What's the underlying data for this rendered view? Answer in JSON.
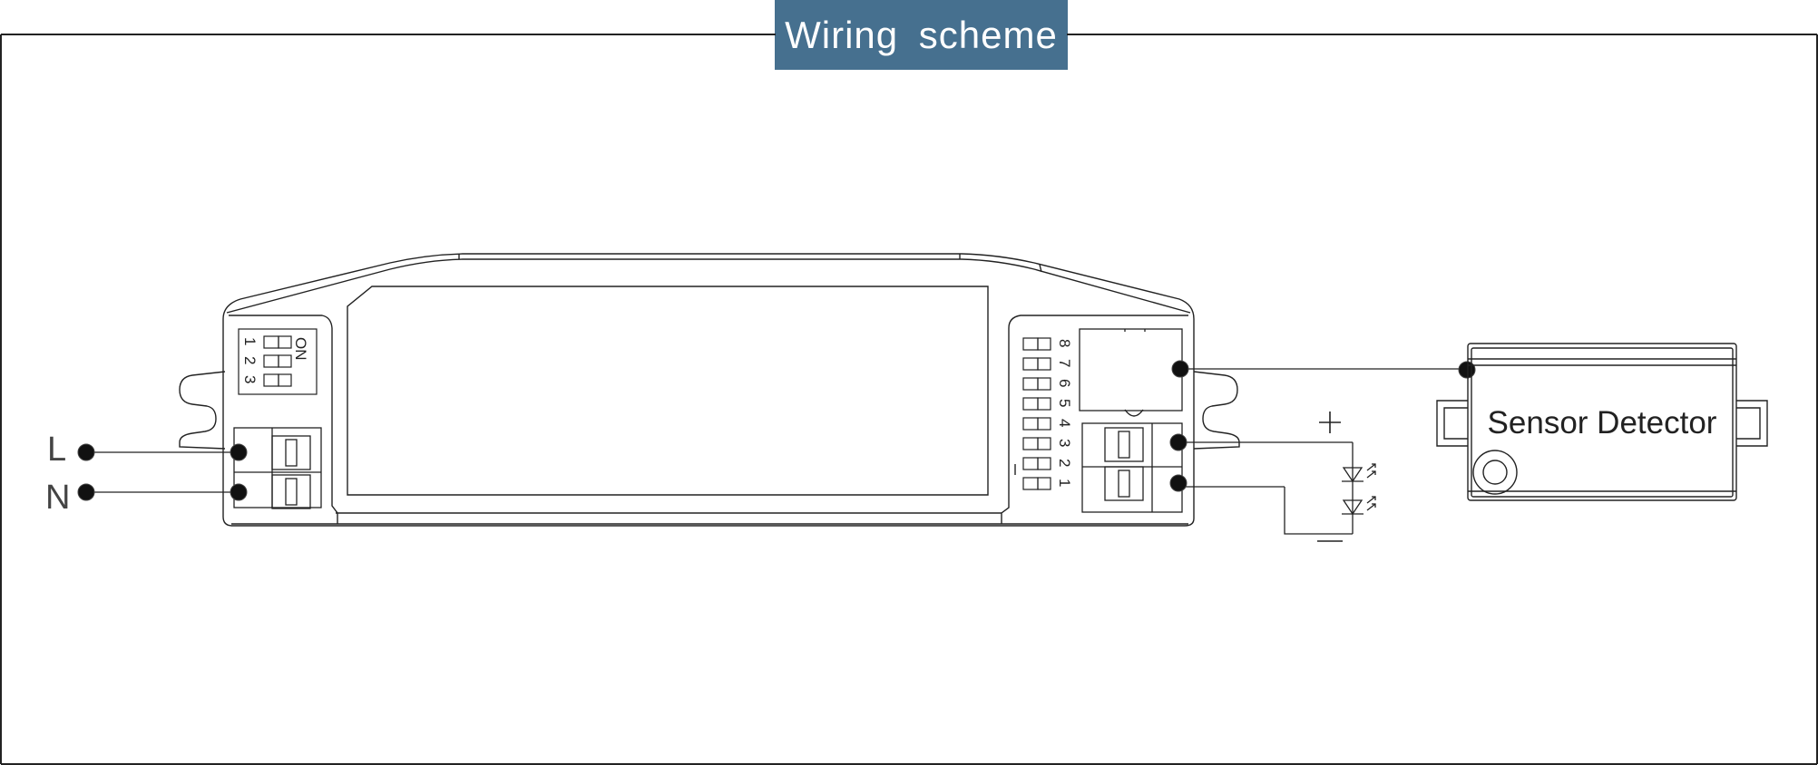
{
  "title": "Wiring scheme",
  "input_terminals": {
    "live_label": "L",
    "neutral_label": "N"
  },
  "dip_switch_small": {
    "on_label": "ON",
    "numbers": [
      "1",
      "2",
      "3"
    ]
  },
  "dip_switch_large": {
    "numbers": [
      "8",
      "7",
      "6",
      "5",
      "4",
      "3",
      "2",
      "1"
    ]
  },
  "led_output": {
    "plus_label": "+",
    "minus_label": "−"
  },
  "sensor": {
    "label": "Sensor Detector"
  },
  "colors": {
    "banner": "#46708f",
    "line": "#222222",
    "background": "#ffffff"
  }
}
